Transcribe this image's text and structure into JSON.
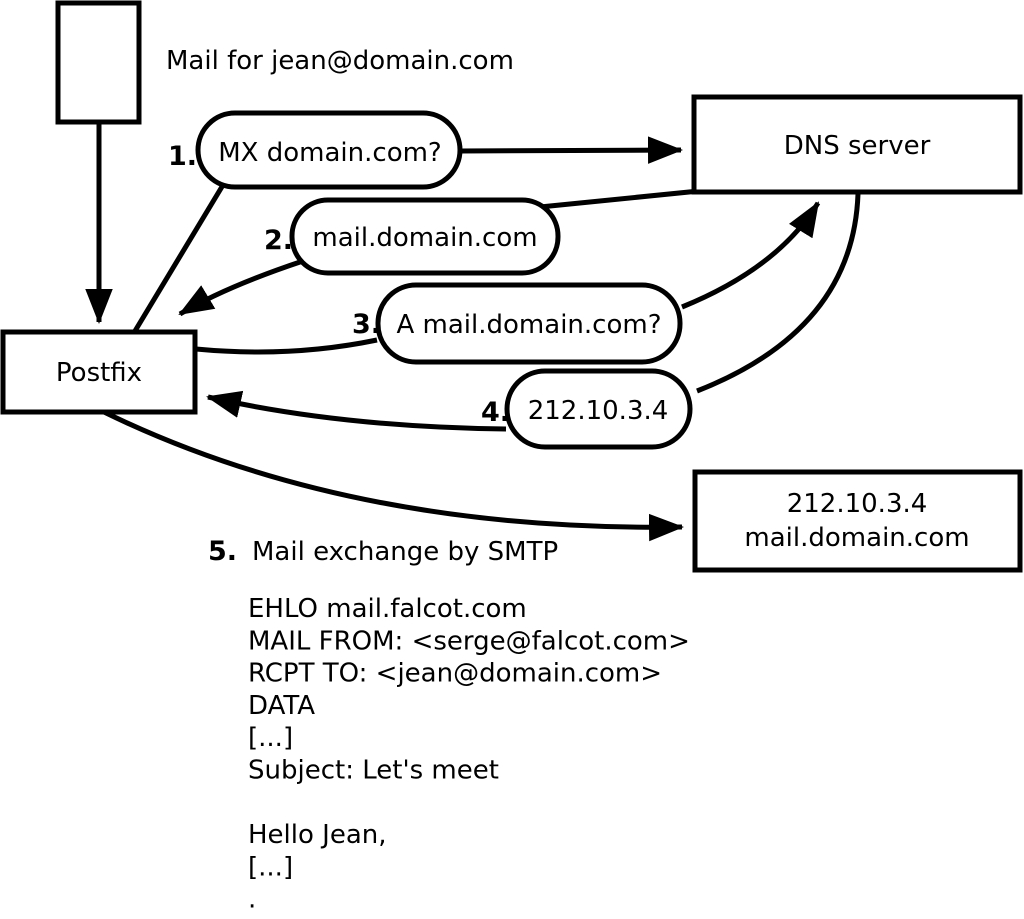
{
  "title": "Mail for jean@domain.com",
  "nodes": {
    "postfix": {
      "label": "Postfix"
    },
    "dns": {
      "label": "DNS server"
    },
    "mailhost": {
      "line1": "212.10.3.4",
      "line2": "mail.domain.com"
    }
  },
  "steps": [
    {
      "num": "1.",
      "label": "MX domain.com?"
    },
    {
      "num": "2.",
      "label": "mail.domain.com"
    },
    {
      "num": "3.",
      "label": "A mail.domain.com?"
    },
    {
      "num": "4.",
      "label": "212.10.3.4"
    },
    {
      "num": "5.",
      "label": "Mail exchange by SMTP"
    }
  ],
  "smtp": {
    "lines": [
      "EHLO mail.falcot.com",
      "MAIL FROM: <serge@falcot.com>",
      "RCPT TO: <jean@domain.com>",
      "DATA",
      "[...]",
      "Subject: Let's meet",
      "",
      "Hello Jean,",
      "[...]",
      "",
      "."
    ]
  },
  "colors": {
    "ink": "#000000",
    "paper": "#ffffff"
  }
}
